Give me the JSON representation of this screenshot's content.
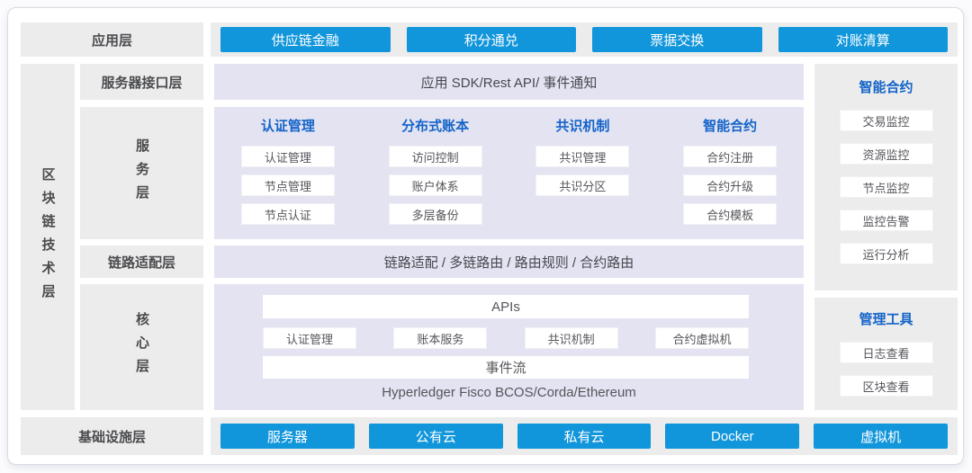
{
  "app_layer": {
    "label": "应用层",
    "buttons": [
      "供应链金融",
      "积分通兑",
      "票据交换",
      "对账清算"
    ]
  },
  "tech_bar": {
    "label": "区块链技术层"
  },
  "interface_layer": {
    "label": "服务器接口层",
    "content": "应用 SDK/Rest API/ 事件通知"
  },
  "service_layer": {
    "label": "服务层",
    "columns": [
      {
        "header": "认证管理",
        "items": [
          "认证管理",
          "节点管理",
          "节点认证"
        ]
      },
      {
        "header": "分布式账本",
        "items": [
          "访问控制",
          "账户体系",
          "多层备份"
        ]
      },
      {
        "header": "共识机制",
        "items": [
          "共识管理",
          "共识分区"
        ]
      },
      {
        "header": "智能合约",
        "items": [
          "合约注册",
          "合约升级",
          "合约模板"
        ]
      }
    ]
  },
  "link_layer": {
    "label": "链路适配层",
    "content": "链路适配 / 多链路由 / 路由规则 / 合约路由"
  },
  "core_layer": {
    "label": "核心层",
    "apis": "APIs",
    "modules": [
      "认证管理",
      "账本服务",
      "共识机制",
      "合约虚拟机"
    ],
    "event_stream": "事件流",
    "platforms": "Hyperledger Fisco BCOS/Corda/Ethereum"
  },
  "sidebar": {
    "sections": [
      {
        "title": "智能合约",
        "items": [
          "交易监控",
          "资源监控",
          "节点监控",
          "监控告警",
          "运行分析"
        ]
      },
      {
        "title": "管理工具",
        "items": [
          "日志查看",
          "区块查看"
        ]
      }
    ]
  },
  "infra_layer": {
    "label": "基础设施层",
    "buttons": [
      "服务器",
      "公有云",
      "私有云",
      "Docker",
      "虚拟机"
    ]
  },
  "colors": {
    "button_blue": "#1296db",
    "heading_blue": "#1464c8",
    "panel_lavender": "#e3e3f2",
    "label_gray": "#ececec"
  }
}
